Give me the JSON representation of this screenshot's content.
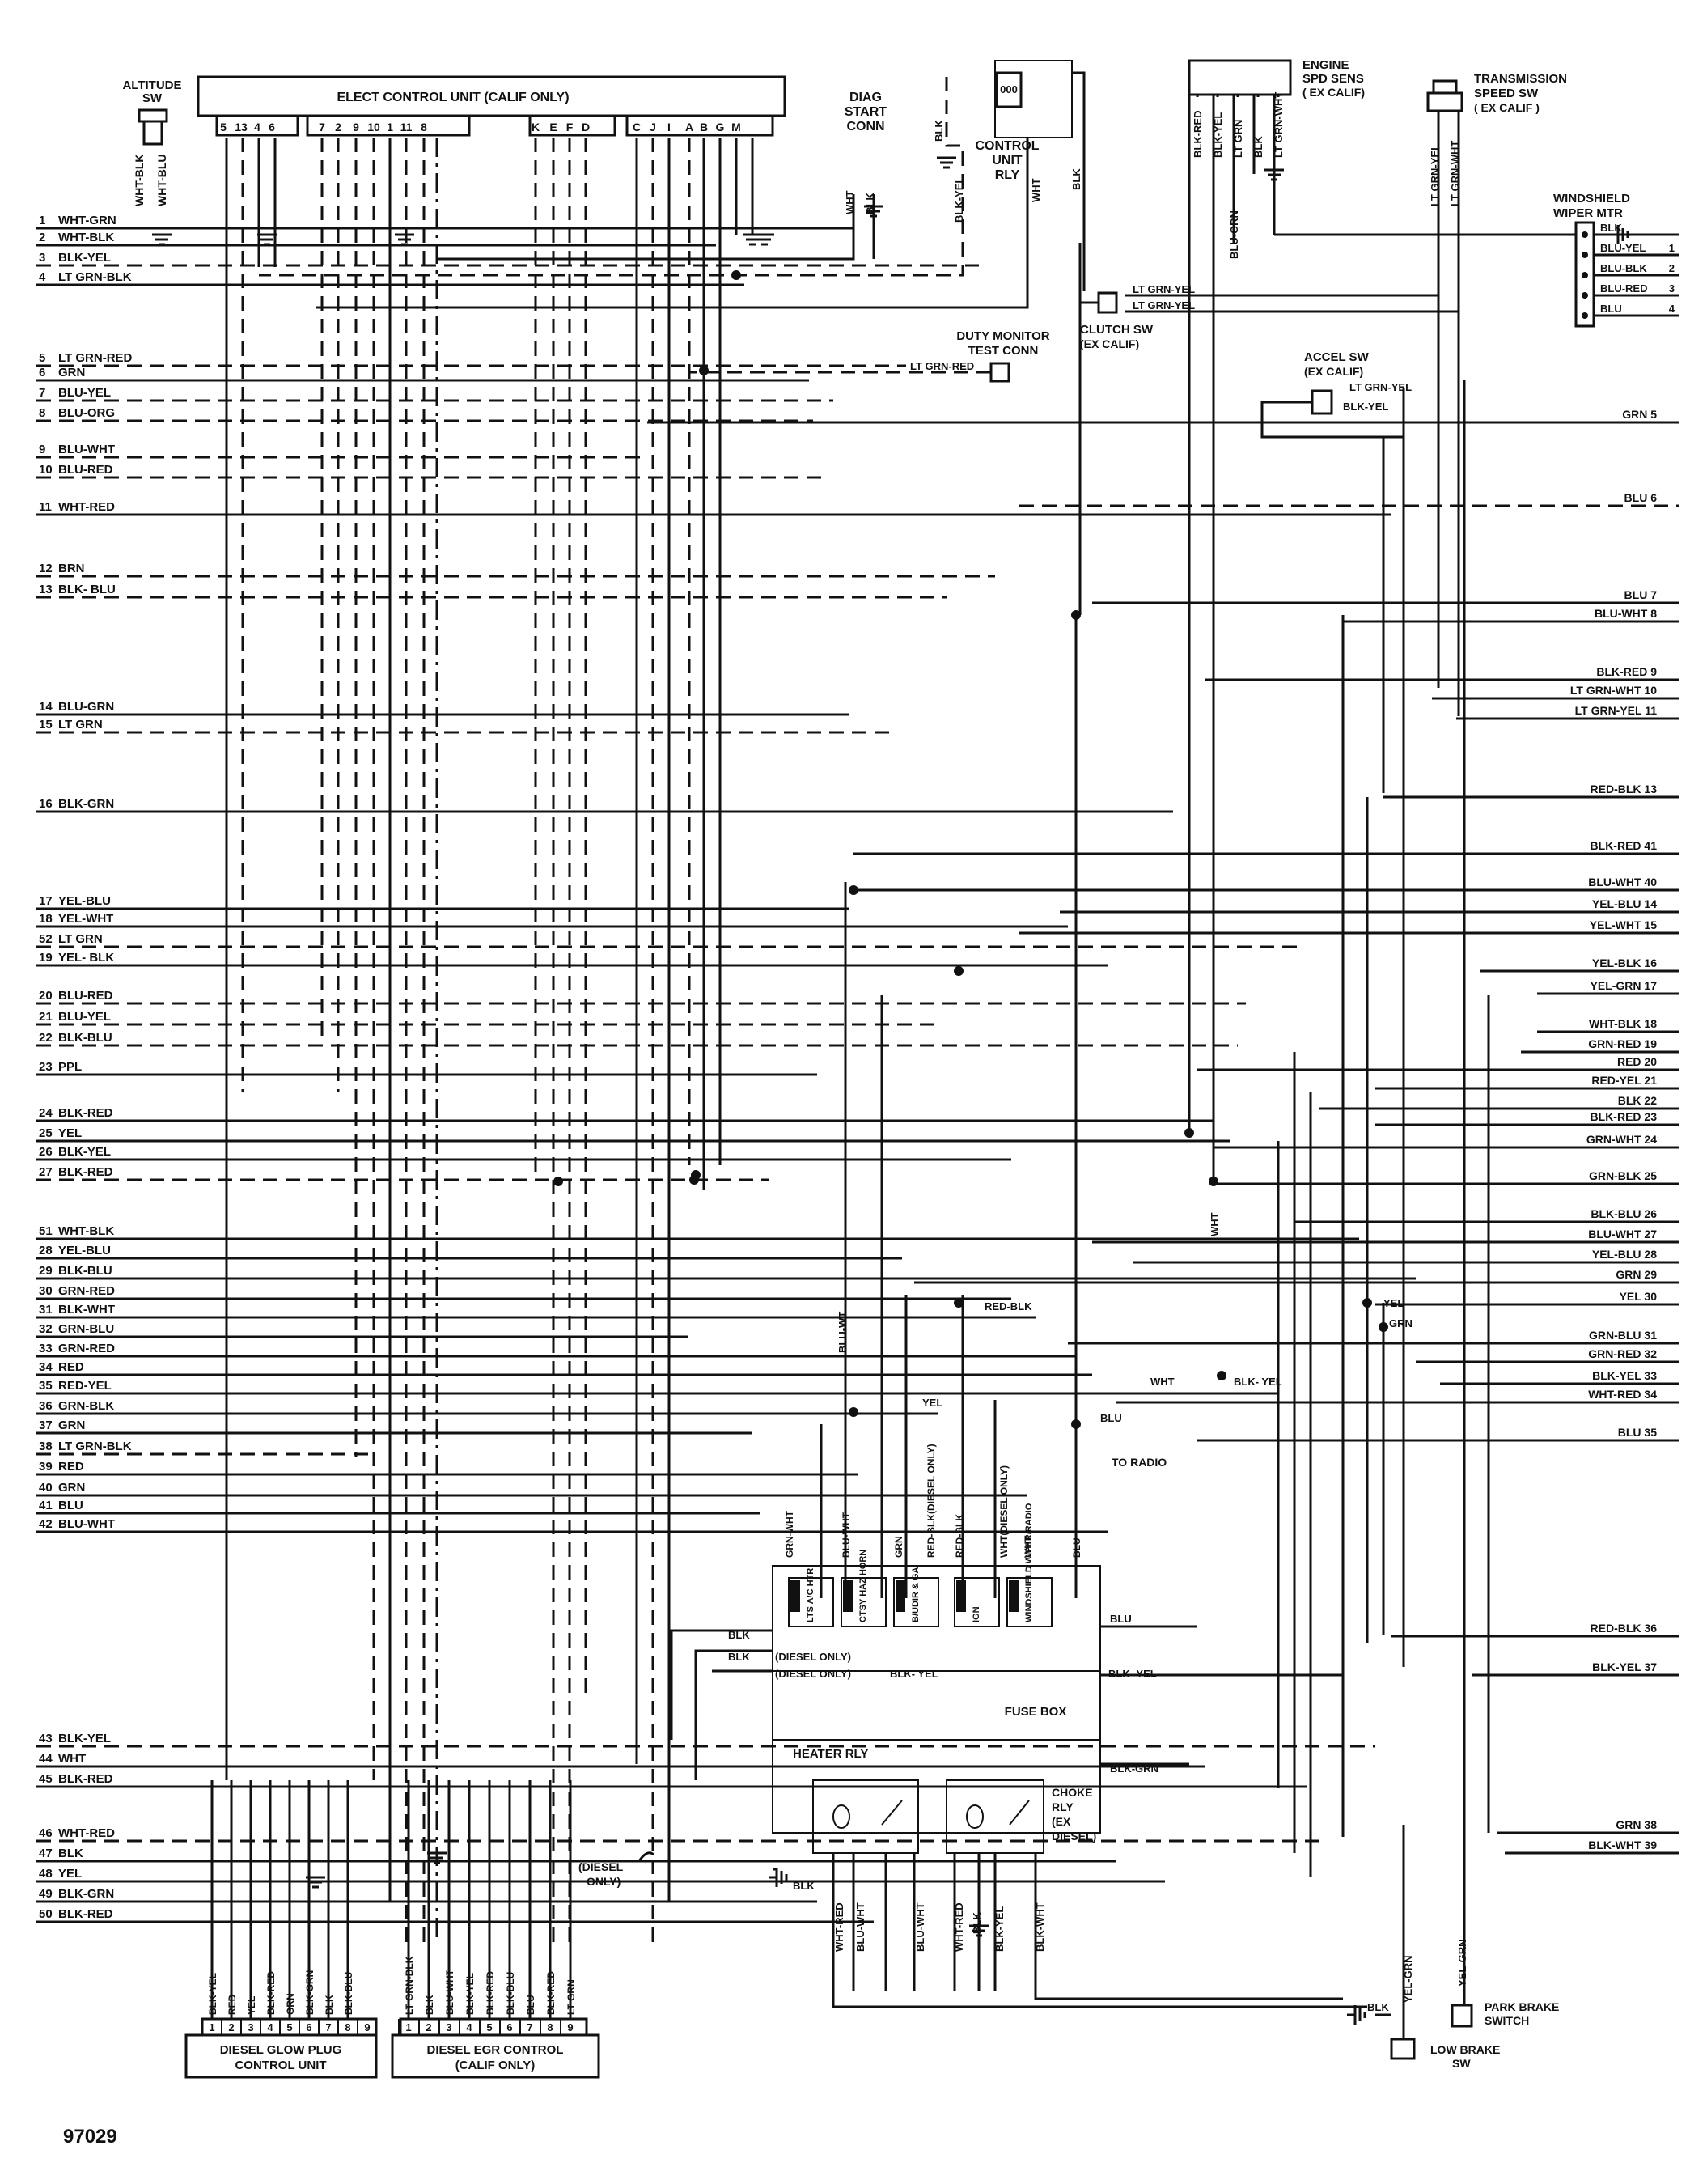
{
  "figure_number": "97029",
  "ecu": {
    "title": "ELECT CONTROL UNIT (CALIF ONLY)",
    "pins": [
      "5",
      "13",
      "4",
      "6",
      "7",
      "2",
      "9",
      "10",
      "1",
      "11",
      "8",
      "K",
      "E",
      "F",
      "D",
      "C",
      "J",
      "I",
      "A",
      "B",
      "G",
      "M"
    ]
  },
  "left_wires": [
    {
      "num": "1",
      "label": "WHT-GRN",
      "style": "solid"
    },
    {
      "num": "2",
      "label": "WHT-BLK",
      "style": "solid"
    },
    {
      "num": "3",
      "label": "BLK-YEL",
      "style": "dash"
    },
    {
      "num": "4",
      "label": "LT GRN-BLK",
      "style": "solid"
    },
    {
      "num": "5",
      "label": "LT GRN-RED",
      "style": "dash"
    },
    {
      "num": "6",
      "label": "GRN",
      "style": "solid"
    },
    {
      "num": "7",
      "label": "BLU-YEL",
      "style": "dash"
    },
    {
      "num": "8",
      "label": "BLU-ORG",
      "style": "dash"
    },
    {
      "num": "9",
      "label": "BLU-WHT",
      "style": "dash"
    },
    {
      "num": "10",
      "label": "BLU-RED",
      "style": "dash"
    },
    {
      "num": "11",
      "label": "WHT-RED",
      "style": "solid"
    },
    {
      "num": "12",
      "label": "BRN",
      "style": "dash"
    },
    {
      "num": "13",
      "label": "BLK- BLU",
      "style": "dash"
    },
    {
      "num": "14",
      "label": "BLU-GRN",
      "style": "solid"
    },
    {
      "num": "15",
      "label": "LT GRN",
      "style": "dash"
    },
    {
      "num": "16",
      "label": "BLK-GRN",
      "style": "solid"
    },
    {
      "num": "17",
      "label": "YEL-BLU",
      "style": "solid"
    },
    {
      "num": "18",
      "label": "YEL-WHT",
      "style": "solid"
    },
    {
      "num": "52",
      "label": "LT GRN",
      "style": "dash"
    },
    {
      "num": "19",
      "label": "YEL- BLK",
      "style": "solid"
    },
    {
      "num": "20",
      "label": "BLU-RED",
      "style": "dash"
    },
    {
      "num": "21",
      "label": "BLU-YEL",
      "style": "dash"
    },
    {
      "num": "22",
      "label": "BLK-BLU",
      "style": "dash"
    },
    {
      "num": "23",
      "label": "PPL",
      "style": "solid"
    },
    {
      "num": "24",
      "label": "BLK-RED",
      "style": "solid"
    },
    {
      "num": "25",
      "label": "YEL",
      "style": "solid"
    },
    {
      "num": "26",
      "label": "BLK-YEL",
      "style": "solid"
    },
    {
      "num": "27",
      "label": "BLK-RED",
      "style": "dash"
    },
    {
      "num": "51",
      "label": "WHT-BLK",
      "style": "solid"
    },
    {
      "num": "28",
      "label": "YEL-BLU",
      "style": "solid"
    },
    {
      "num": "29",
      "label": "BLK-BLU",
      "style": "solid"
    },
    {
      "num": "30",
      "label": "GRN-RED",
      "style": "solid"
    },
    {
      "num": "31",
      "label": "BLK-WHT",
      "style": "solid"
    },
    {
      "num": "32",
      "label": "GRN-BLU",
      "style": "solid"
    },
    {
      "num": "33",
      "label": "GRN-RED",
      "style": "solid"
    },
    {
      "num": "34",
      "label": "RED",
      "style": "solid"
    },
    {
      "num": "35",
      "label": "RED-YEL",
      "style": "solid"
    },
    {
      "num": "36",
      "label": "GRN-BLK",
      "style": "solid"
    },
    {
      "num": "37",
      "label": "GRN",
      "style": "solid"
    },
    {
      "num": "38",
      "label": "LT GRN-BLK",
      "style": "dash"
    },
    {
      "num": "39",
      "label": "RED",
      "style": "solid"
    },
    {
      "num": "40",
      "label": "GRN",
      "style": "solid"
    },
    {
      "num": "41",
      "label": "BLU",
      "style": "solid"
    },
    {
      "num": "42",
      "label": "BLU-WHT",
      "style": "solid"
    },
    {
      "num": "43",
      "label": "BLK-YEL",
      "style": "dash"
    },
    {
      "num": "44",
      "label": "WHT",
      "style": "solid"
    },
    {
      "num": "45",
      "label": "BLK-RED",
      "style": "solid"
    },
    {
      "num": "46",
      "label": "WHT-RED",
      "style": "dash"
    },
    {
      "num": "47",
      "label": "BLK",
      "style": "solid"
    },
    {
      "num": "48",
      "label": "YEL",
      "style": "solid"
    },
    {
      "num": "49",
      "label": "BLK-GRN",
      "style": "solid"
    },
    {
      "num": "50",
      "label": "BLK-RED",
      "style": "solid"
    }
  ],
  "right_wires": [
    {
      "label": "GRN",
      "num": "5"
    },
    {
      "label": "BLU",
      "num": "6"
    },
    {
      "label": "BLU",
      "num": "7"
    },
    {
      "label": "BLU-WHT",
      "num": "8"
    },
    {
      "label": "BLK-RED",
      "num": "9"
    },
    {
      "label": "LT GRN-WHT",
      "num": "10"
    },
    {
      "label": "LT GRN-YEL",
      "num": "11"
    },
    {
      "label": "RED-BLK",
      "num": "13"
    },
    {
      "label": "BLK-RED",
      "num": "41"
    },
    {
      "label": "BLU-WHT",
      "num": "40"
    },
    {
      "label": "YEL-BLU",
      "num": "14"
    },
    {
      "label": "YEL-WHT",
      "num": "15"
    },
    {
      "label": "YEL-BLK",
      "num": "16"
    },
    {
      "label": "YEL-GRN",
      "num": "17"
    },
    {
      "label": "WHT-BLK",
      "num": "18"
    },
    {
      "label": "GRN-RED",
      "num": "19"
    },
    {
      "label": "RED",
      "num": "20"
    },
    {
      "label": "RED-YEL",
      "num": "21"
    },
    {
      "label": "BLK",
      "num": "22"
    },
    {
      "label": "BLK-RED",
      "num": "23"
    },
    {
      "label": "GRN-WHT",
      "num": "24"
    },
    {
      "label": "GRN-BLK",
      "num": "25"
    },
    {
      "label": "BLK-BLU",
      "num": "26"
    },
    {
      "label": "BLU-WHT",
      "num": "27"
    },
    {
      "label": "YEL-BLU",
      "num": "28"
    },
    {
      "label": "GRN",
      "num": "29"
    },
    {
      "label": "YEL",
      "num": "30"
    },
    {
      "label": "GRN-BLU",
      "num": "31"
    },
    {
      "label": "GRN-RED",
      "num": "32"
    },
    {
      "label": "BLK-YEL",
      "num": "33"
    },
    {
      "label": "WHT-RED",
      "num": "34"
    },
    {
      "label": "BLU",
      "num": "35"
    },
    {
      "label": "RED-BLK",
      "num": "36"
    },
    {
      "label": "BLK-YEL",
      "num": "37"
    },
    {
      "label": "GRN",
      "num": "38"
    },
    {
      "label": "BLK-WHT",
      "num": "39"
    }
  ],
  "components": {
    "altitude_sw": {
      "label_1": "ALTITUDE",
      "label_2": "SW",
      "wire_a": "WHT-BLK",
      "wire_b": "WHT-BLU"
    },
    "diag": {
      "label_1": "DIAG",
      "label_2": "START",
      "label_3": "CONN",
      "wire_a": "WHT",
      "wire_b": "BLK"
    },
    "control_unit_rly": {
      "label_1": "CONTROL",
      "label_2": "UNIT",
      "label_3": "RLY",
      "wire_a": "BLK",
      "wire_b": "BLK-YEL",
      "wire_c": "WHT",
      "wire_d": "BLK"
    },
    "engine_spd_sens": {
      "label_1": "ENGINE",
      "label_2": "SPD SENS",
      "label_3": "( EX CALIF)",
      "wires": [
        "BLK-RED",
        "BLK-YEL",
        "LT GRN",
        "BLK",
        "LT GRN-WHT"
      ],
      "wire_grn": "BLU-GRN"
    },
    "transmission_speed_sw": {
      "label_1": "TRANSMISSION",
      "label_2": "SPEED SW",
      "label_3": "( EX  CALIF )",
      "wires": [
        "LT GRN-YEL",
        "LT GRN-WHT"
      ]
    },
    "windshield_wiper_mtr": {
      "label_1": "WINDSHIELD",
      "label_2": "WIPER MTR",
      "pins": [
        {
          "label": "BLK",
          "num": ""
        },
        {
          "label": "BLU-YEL",
          "num": "1"
        },
        {
          "label": "BLU-BLK",
          "num": "2"
        },
        {
          "label": "BLU-RED",
          "num": "3"
        },
        {
          "label": "BLU",
          "num": "4"
        }
      ]
    },
    "clutch_sw": {
      "label_1": "CLUTCH SW",
      "label_2": "(EX CALIF)",
      "wire_a": "LT GRN-YEL",
      "wire_b": "LT GRN-YEL"
    },
    "duty_monitor": {
      "label_1": "DUTY MONITOR",
      "label_2": "TEST CONN",
      "wire": "LT GRN-RED"
    },
    "accel_sw": {
      "label_1": "ACCEL SW",
      "label_2": "(EX CALIF)",
      "wire_a": "LT GRN-YEL",
      "wire_b": "BLK-YEL"
    },
    "fuse_box": {
      "title": "FUSE BOX",
      "fuses": [
        "LTS A/C HTR",
        "CTSY HAZ HORN",
        "B/UDIR & GA",
        "IGN",
        "WINDSHIELD WIPER/RADIO"
      ],
      "top_wires": [
        "GRN-WHT",
        "BLU-WHT",
        "GRN",
        "RED-BLK(DIESEL ONLY)",
        "RED-BLK",
        "WHT(DIESEL ONLY)",
        "WHT",
        "BLU"
      ],
      "side_labels": {
        "blu": "BLU",
        "blk_1": "BLK",
        "blk_2": "BLK",
        "diesel_only_1": "(DIESEL ONLY)",
        "diesel_only_2": "(DIESEL ONLY)",
        "blk_yel_1": "BLK- YEL",
        "blk_yel_2": "BLK- YEL",
        "blk_grn": "BLK-GRN"
      }
    },
    "heater_rly": {
      "label": "HEATER RLY",
      "wire_blk": "BLK",
      "bottom_wires": [
        "WHT-RED",
        "BLU-WHT",
        "BLU-WHT"
      ]
    },
    "choke_rly": {
      "label_1": "CHOKE",
      "label_2": "RLY",
      "label_3": "(EX",
      "label_4": "DIESEL)",
      "bottom_wires": [
        "WHT-RED",
        "BLK",
        "BLK-YEL",
        "BLK-WHT"
      ]
    },
    "to_radio": {
      "label": "TO RADIO",
      "wire": "BLU"
    },
    "glow_plug": {
      "label_1": "DIESEL GLOW PLUG",
      "label_2": "CONTROL UNIT",
      "wires": [
        "BLK-YEL",
        "RED",
        "YEL",
        "BLK-RED",
        "GRN",
        "BLK-GRN",
        "BLK",
        "BLK-BLU"
      ],
      "pins": [
        "1",
        "2",
        "3",
        "4",
        "5",
        "6",
        "7",
        "8",
        "9"
      ]
    },
    "egr_control": {
      "label_1": "DIESEL EGR CONTROL",
      "label_2": "(CALIF ONLY)",
      "wires": [
        "LT GRN-BLK",
        "BLK",
        "BLU-WHT",
        "BLK-YEL",
        "BLK-RED",
        "BLK-BLU",
        "BLU",
        "BLK-RED",
        "LT GRN"
      ],
      "pins": [
        "1",
        "2",
        "3",
        "4",
        "5",
        "6",
        "7",
        "8",
        "9"
      ]
    },
    "diesel_only_note": {
      "label_1": "(DIESEL",
      "label_2": "ONLY)"
    },
    "park_brake": {
      "label_1": "PARK BRAKE",
      "label_2": "SWITCH",
      "wire": "YEL-GRN"
    },
    "low_brake": {
      "label_1": "LOW BRAKE",
      "label_2": "SW",
      "wire_a": "BLK",
      "wire_b": "YEL-GRN"
    },
    "misc_labels": {
      "wht_vertical": "WHT",
      "blu_wht_vertical": "BLU-WT",
      "red_blk": "RED-BLK",
      "yel_fuse": "YEL",
      "wht_mid": "WHT",
      "blk_yel_mid": "BLK- YEL",
      "yel_right": "YEL",
      "grn_right": "GRN",
      "blk_grn_right": "BLK-GRN"
    }
  }
}
